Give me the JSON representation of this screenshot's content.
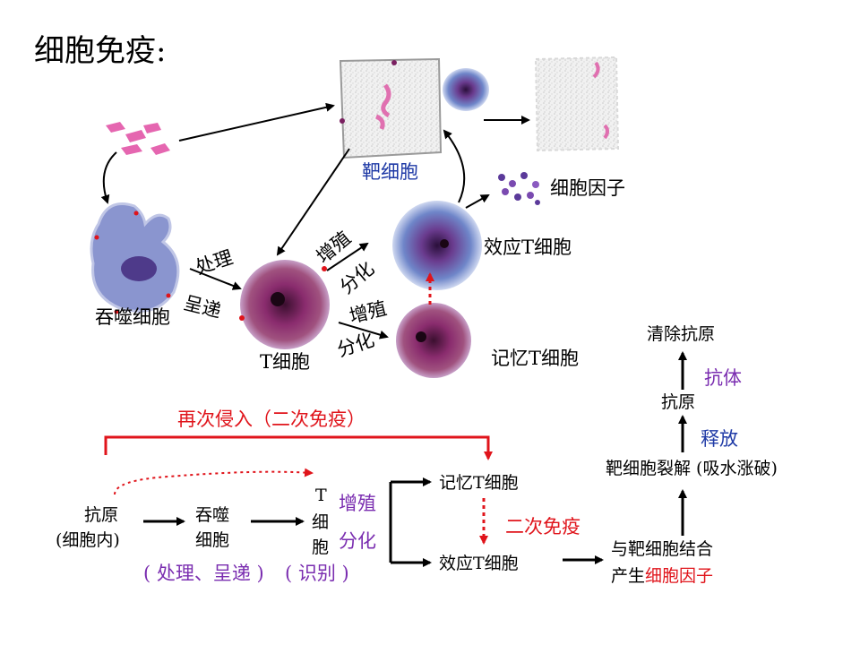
{
  "title": "细胞免疫:",
  "top": {
    "target_cell": "靶细胞",
    "cytokine": "细胞因子",
    "effector_t": "效应T细胞",
    "phagocyte": "吞噬细胞",
    "process": "处理",
    "present": "呈递",
    "proliferate_1": "增殖",
    "differentiate_1": "分化",
    "proliferate_2": "增殖",
    "differentiate_2": "分化",
    "t_cell": "T细胞",
    "memory_t": "记忆T细胞",
    "clear_antigen": "清除抗原",
    "antibody": "抗体",
    "antigen": "抗原",
    "release": "释放",
    "lysis": "靶细胞裂解 (吸水涨破)"
  },
  "bottom": {
    "reinvade": "再次侵入（二次免疫）",
    "antigen": "抗原",
    "antigen_in_cell": "(细胞内)",
    "phagocyte_1": "吞噬",
    "phagocyte_2": "细胞",
    "t1": "T",
    "t2": "细",
    "t3": "胞",
    "proliferate": "增殖",
    "differentiate": "分化",
    "process_present": "( 处理、呈递 )",
    "recognize": "( 识别 )",
    "memory_t": "记忆T细胞",
    "secondary": "二次免疫",
    "effector_t": "效应T细胞",
    "bind_1": "与靶细胞结合",
    "bind_2_prefix": "产生",
    "bind_2_cytokine": "细胞因子"
  },
  "colors": {
    "blue_label": "#1f3aa6",
    "red_label": "#e0141b",
    "purple_label": "#7a2db0",
    "cell_nucleus": "#6a1f57",
    "cell_cytoplasm": "#7b4aa0"
  }
}
